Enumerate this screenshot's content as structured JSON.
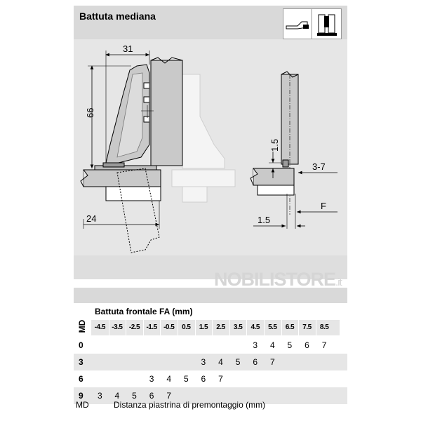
{
  "header": {
    "title": "Battuta mediana"
  },
  "drawing": {
    "dims": {
      "width_top": "31",
      "height_left": "66",
      "bottom_left": "24",
      "right_small_gap": "1.5",
      "right_overlay": "3-7",
      "right_bottom": "1.5",
      "right_f": "F"
    }
  },
  "watermark": {
    "brand": "NOBILISTORE",
    "suffix": ".it"
  },
  "table": {
    "caption": "Battuta frontale FA (mm)",
    "row_header_label": "MD",
    "columns": [
      "-4.5",
      "-3.5",
      "-2.5",
      "-1.5",
      "-0.5",
      "0.5",
      "1.5",
      "2.5",
      "3.5",
      "4.5",
      "5.5",
      "6.5",
      "7.5",
      "8.5"
    ],
    "rows": [
      {
        "md": "0",
        "values": [
          "",
          "",
          "",
          "",
          "",
          "",
          "",
          "",
          "",
          "3",
          "4",
          "5",
          "6",
          "7"
        ]
      },
      {
        "md": "3",
        "values": [
          "",
          "",
          "",
          "",
          "",
          "",
          "3",
          "4",
          "5",
          "6",
          "7",
          "",
          "",
          ""
        ]
      },
      {
        "md": "6",
        "values": [
          "",
          "",
          "",
          "3",
          "4",
          "5",
          "6",
          "7",
          "",
          "",
          "",
          "",
          "",
          ""
        ]
      },
      {
        "md": "9",
        "values": [
          "3",
          "4",
          "5",
          "6",
          "7",
          "",
          "",
          "",
          "",
          "",
          "",
          "",
          "",
          ""
        ]
      }
    ]
  },
  "footnote": {
    "key": "MD",
    "text": "Distanza piastrina di premontaggio (mm)"
  },
  "colors": {
    "panel": "#e6e6e6",
    "header": "#d9d9d9",
    "plate": "#c9c9c9",
    "ghost": "#f2f2f2"
  }
}
